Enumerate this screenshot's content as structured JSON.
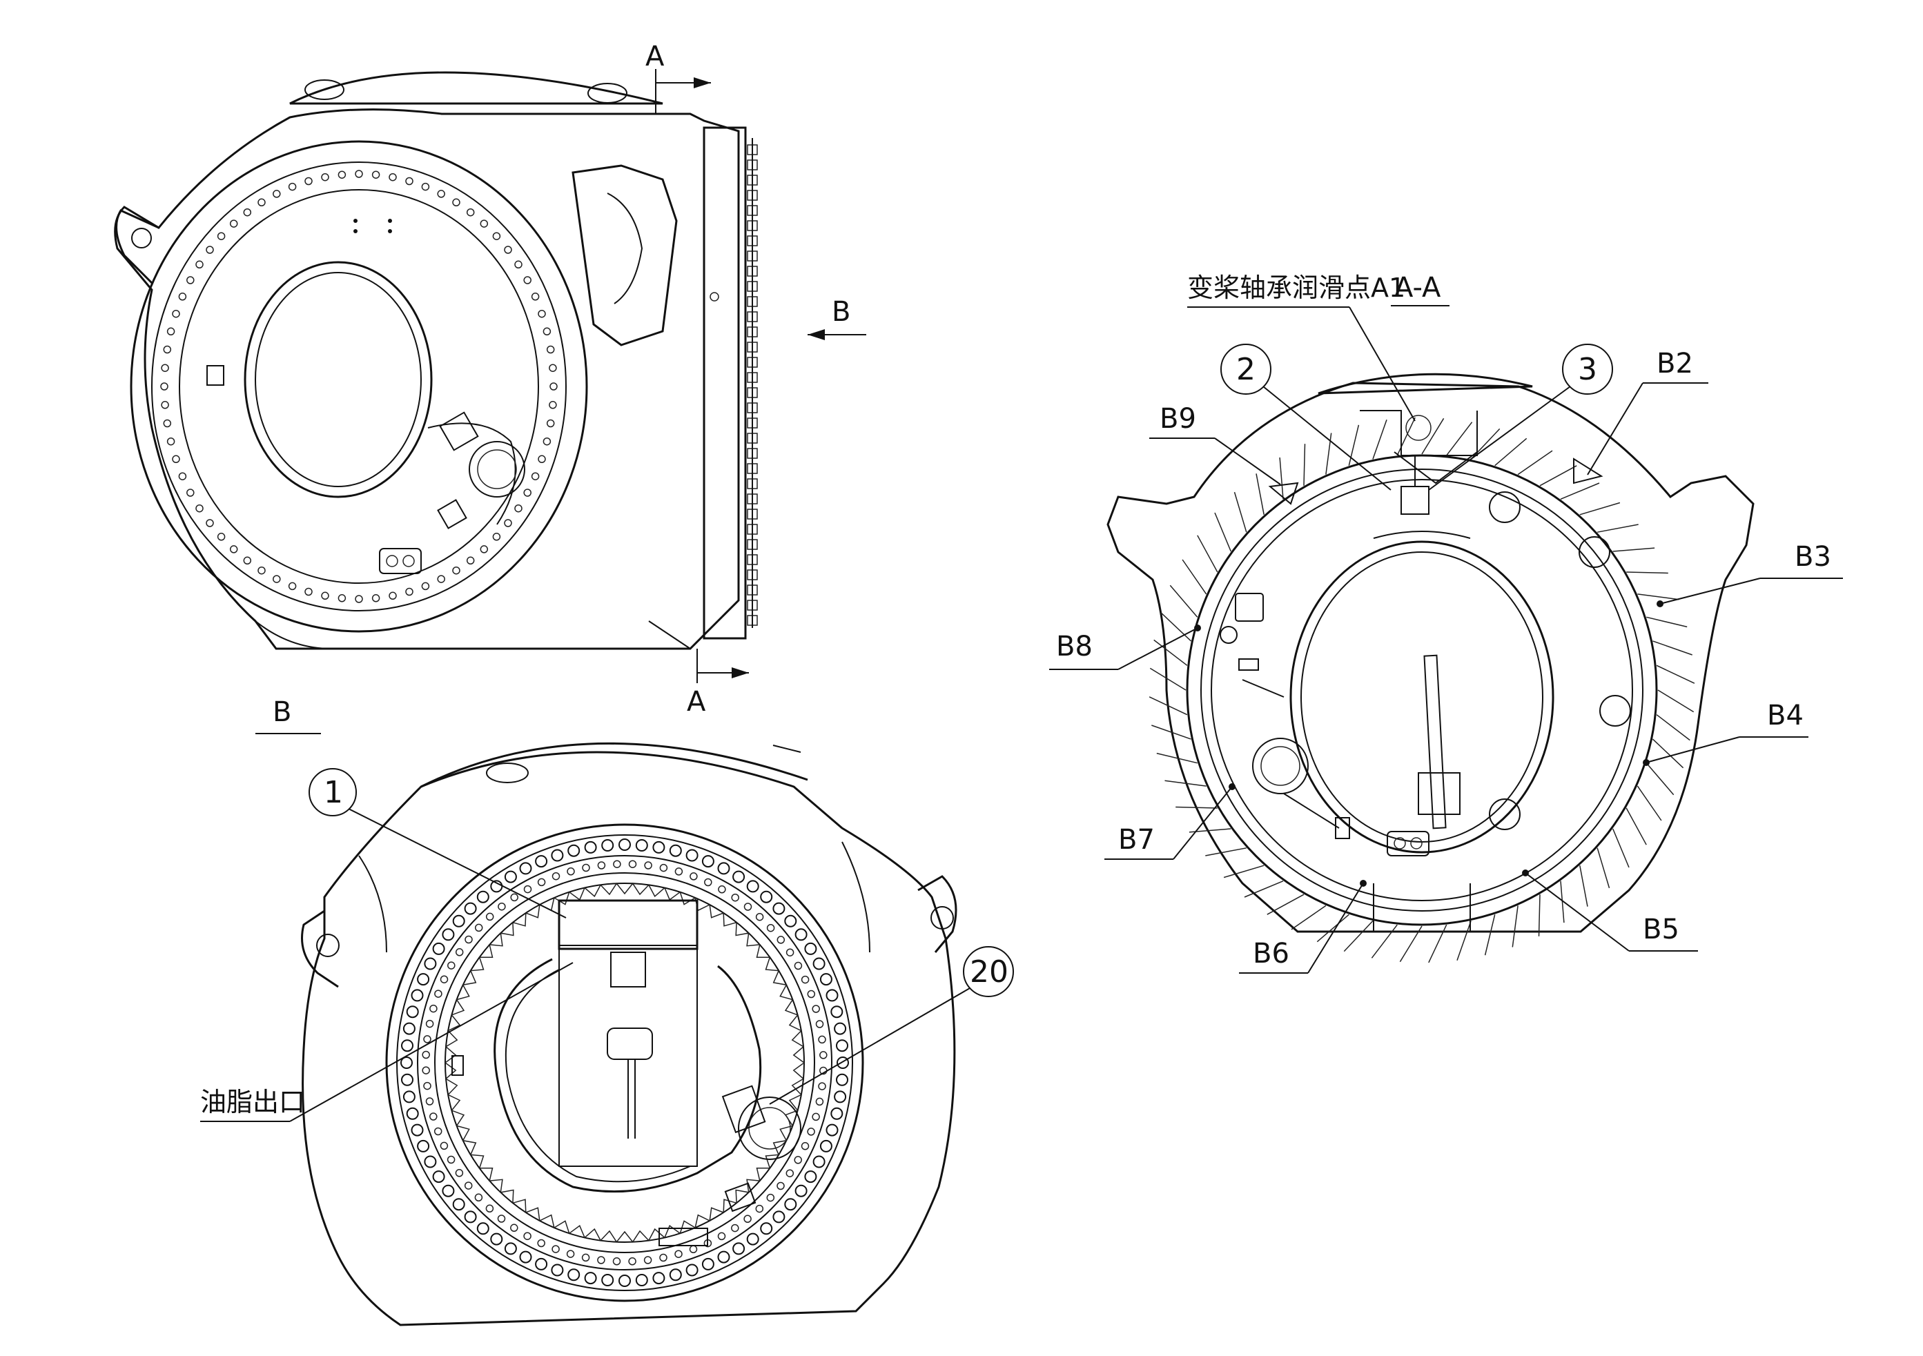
{
  "labels": {
    "section_aa": "A-A",
    "section_a_top": "A",
    "section_a_bottom": "A",
    "view_b_arrow": "B",
    "view_b_title": "B",
    "pitch_bearing_lube": "变桨轴承润滑点A1",
    "grease_outlet": "油脂出口"
  },
  "callouts": {
    "c1": "1",
    "c2": "2",
    "c3": "3",
    "c20": "20"
  },
  "points": {
    "B2": "B2",
    "B3": "B3",
    "B4": "B4",
    "B5": "B5",
    "B6": "B6",
    "B7": "B7",
    "B8": "B8",
    "B9": "B9"
  }
}
